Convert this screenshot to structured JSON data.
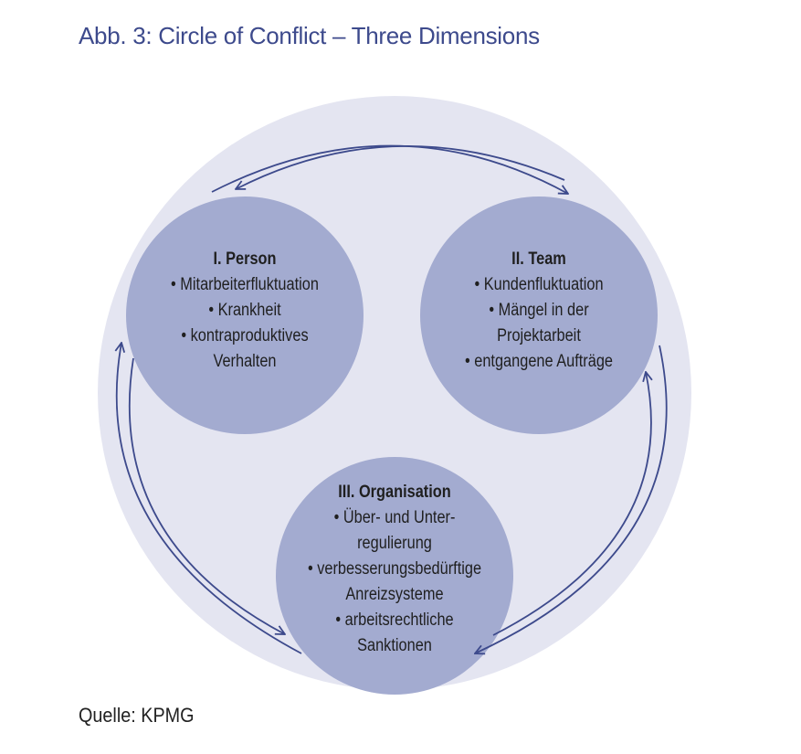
{
  "figure": {
    "title": "Abb. 3: Circle of Conflict – Three Dimensions",
    "source": "Quelle: KPMG"
  },
  "colors": {
    "outer_circle": "#e4e5f1",
    "node_circle": "#a3abd0",
    "arrow": "#3d4a8c",
    "title_text": "#3d4a8c"
  },
  "nodes": {
    "person": {
      "title": "I. Person",
      "lines": [
        "• Mitarbeiterfluktuation",
        "• Krankheit",
        "• kontraproduktives",
        "Verhalten"
      ]
    },
    "team": {
      "title": "II. Team",
      "lines": [
        "• Kundenfluktuation",
        "• Mängel in der",
        "Projektarbeit",
        "• entgangene Aufträge"
      ]
    },
    "organisation": {
      "title": "III. Organisation",
      "lines": [
        "• Über- und Unter-",
        "regulierung",
        "• verbesserungsbedürftige",
        "Anreizsysteme",
        "• arbeitsrechtliche",
        "Sanktionen"
      ]
    }
  }
}
